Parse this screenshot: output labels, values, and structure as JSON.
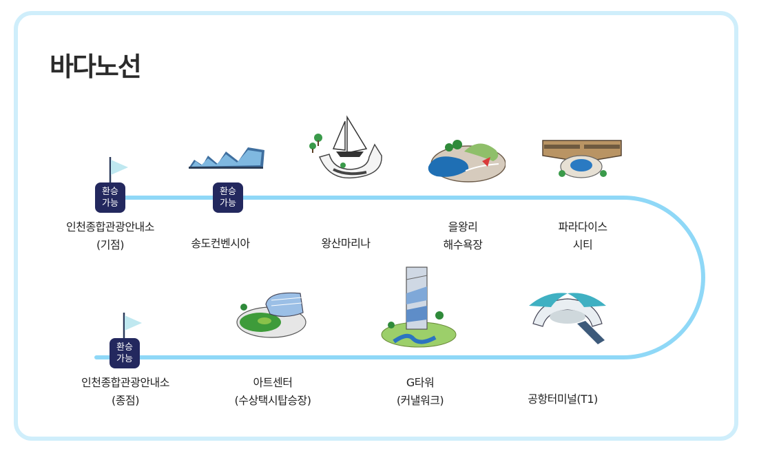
{
  "page": {
    "title": "바다노선"
  },
  "badges": {
    "transfer_label": "환승\n가능"
  },
  "stops": [
    {
      "name": "인천종합관광안내소\n(기점)",
      "icon": "flag-icon",
      "transfer": true
    },
    {
      "name": "송도컨벤시아",
      "icon": "convention-center-icon",
      "transfer": true
    },
    {
      "name": "왕산마리나",
      "icon": "sailboat-marina-icon",
      "transfer": false
    },
    {
      "name": "을왕리\n해수욕장",
      "icon": "beach-icon",
      "transfer": false
    },
    {
      "name": "파라다이스\n시티",
      "icon": "resort-hotel-icon",
      "transfer": false
    },
    {
      "name": "공항터미널(T1)",
      "icon": "airport-terminal-icon",
      "transfer": false
    },
    {
      "name": "G타워\n(커낼워크)",
      "icon": "g-tower-icon",
      "transfer": false
    },
    {
      "name": "아트센터\n(수상택시탑승장)",
      "icon": "art-center-icon",
      "transfer": false
    },
    {
      "name": "인천종합관광안내소\n(종점)",
      "icon": "flag-icon",
      "transfer": true
    }
  ],
  "colors": {
    "route_line": "#8fd8f7",
    "badge_bg": "#23285e",
    "frame_border": "#cfeefb",
    "flag": "#bfe8f0"
  }
}
